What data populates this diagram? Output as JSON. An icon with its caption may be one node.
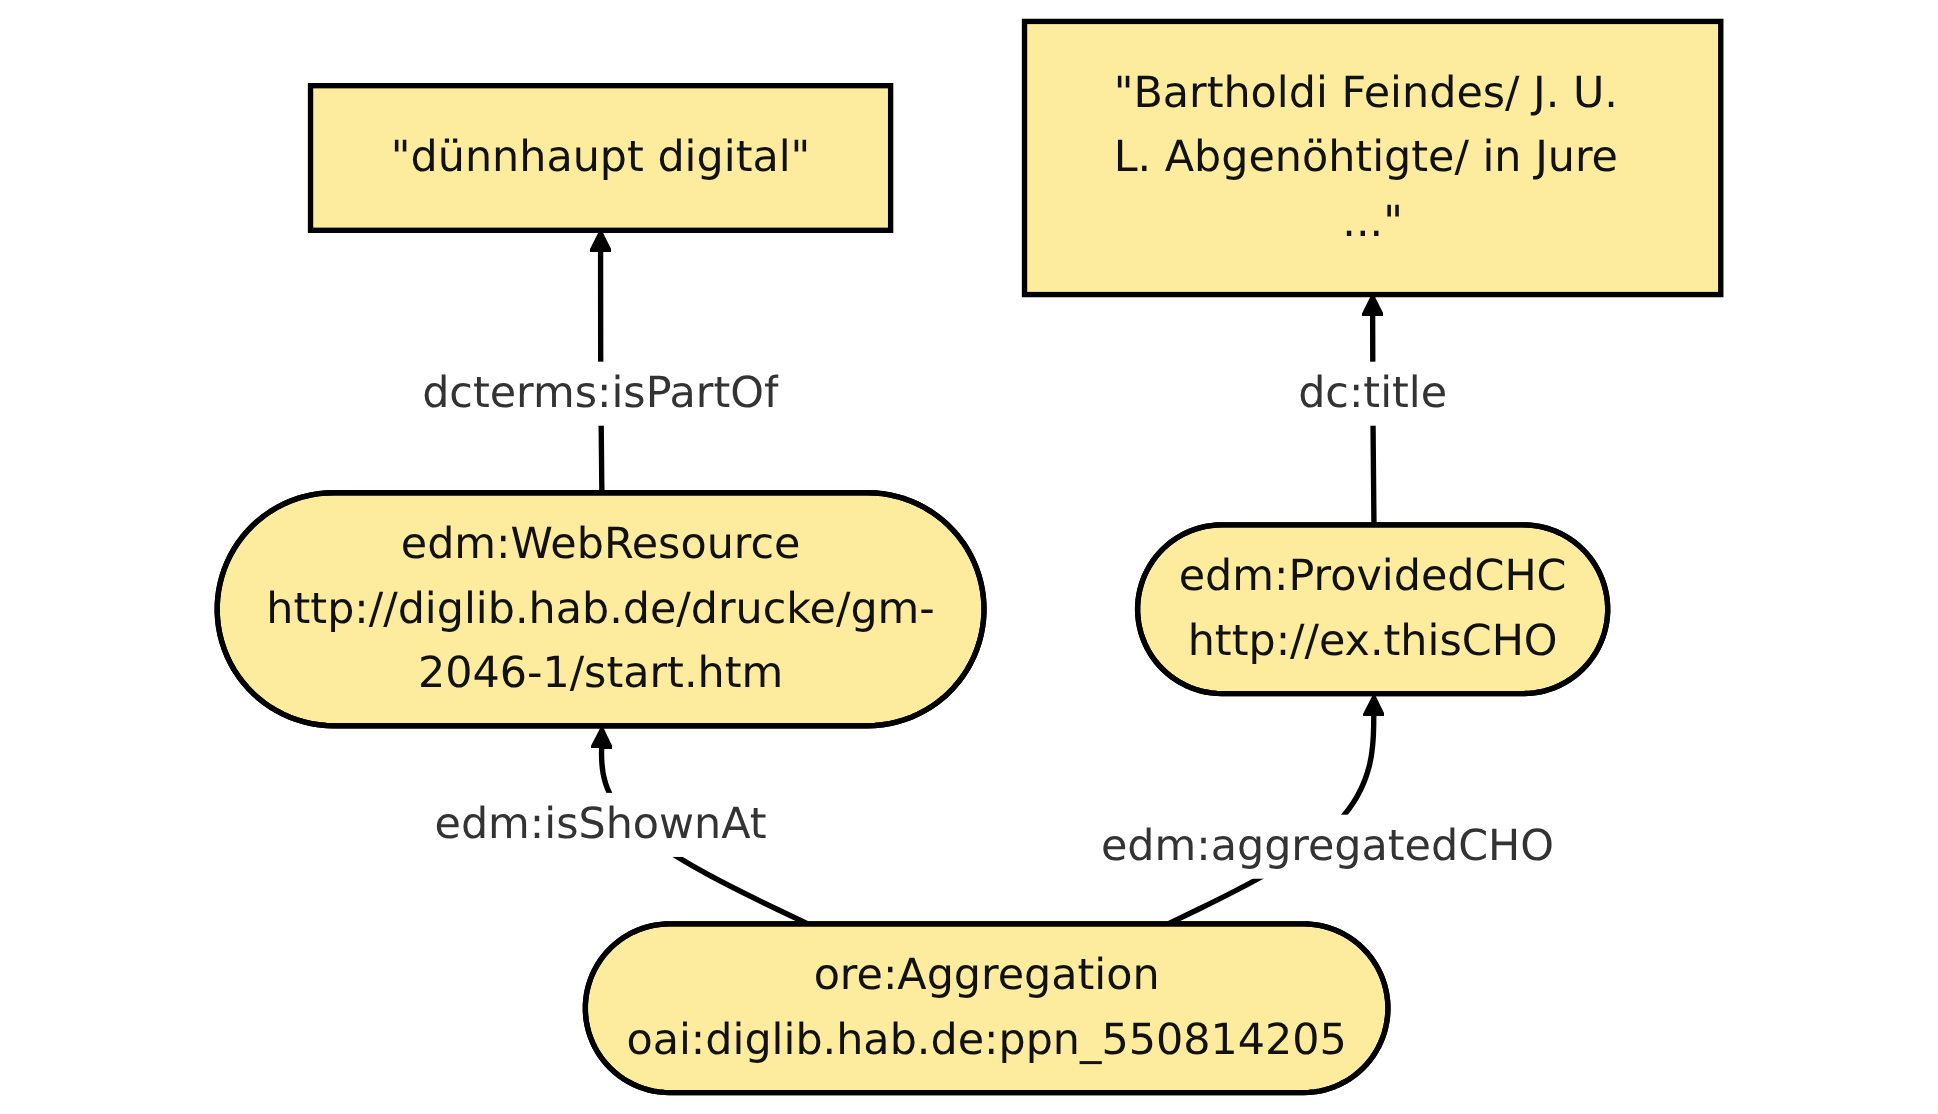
{
  "diagram": {
    "nodes": [
      {
        "text": [
          "\"dünnhaupt digital\""
        ]
      },
      {
        "text": [
          "edm:WebResource",
          "http://diglib.hab.de/drucke/gm-2046-1/start.htm"
        ]
      },
      {
        "text": [
          "\"Bartholdi Feindes/ J. U. L. Abgenöhtigte/ in Jure ...\""
        ]
      },
      {
        "text": [
          "ore:Aggregation",
          "oai:diglib.hab.de:ppn_550814205"
        ]
      },
      {
        "text": [
          "edm:ProvidedCHC",
          "http://ex.thisCHO"
        ]
      }
    ],
    "edges": [
      {
        "from": 1,
        "to": 0,
        "arrow": "to",
        "label": "dcterms:isPartOf"
      },
      {
        "from": 3,
        "to": 1,
        "arrow": "to",
        "label": "edm:isShownAt"
      },
      {
        "from": 3,
        "to": 4,
        "arrow": "to",
        "label": "edm:aggregatedCHO"
      },
      {
        "from": 4,
        "to": 2,
        "arrow": "to",
        "label": "dc:title"
      }
    ]
  }
}
